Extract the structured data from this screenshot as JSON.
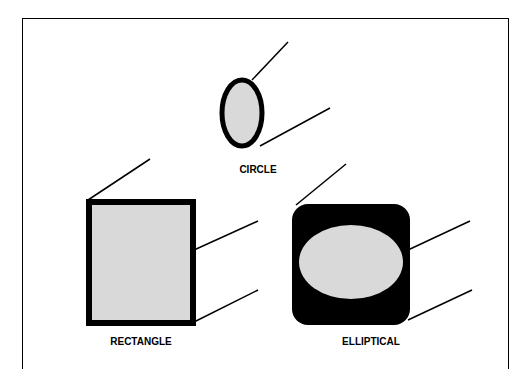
{
  "diagram": {
    "labels": [
      "CIRCLE",
      "RECTANGLE",
      "ELLIPTICAL"
    ]
  }
}
